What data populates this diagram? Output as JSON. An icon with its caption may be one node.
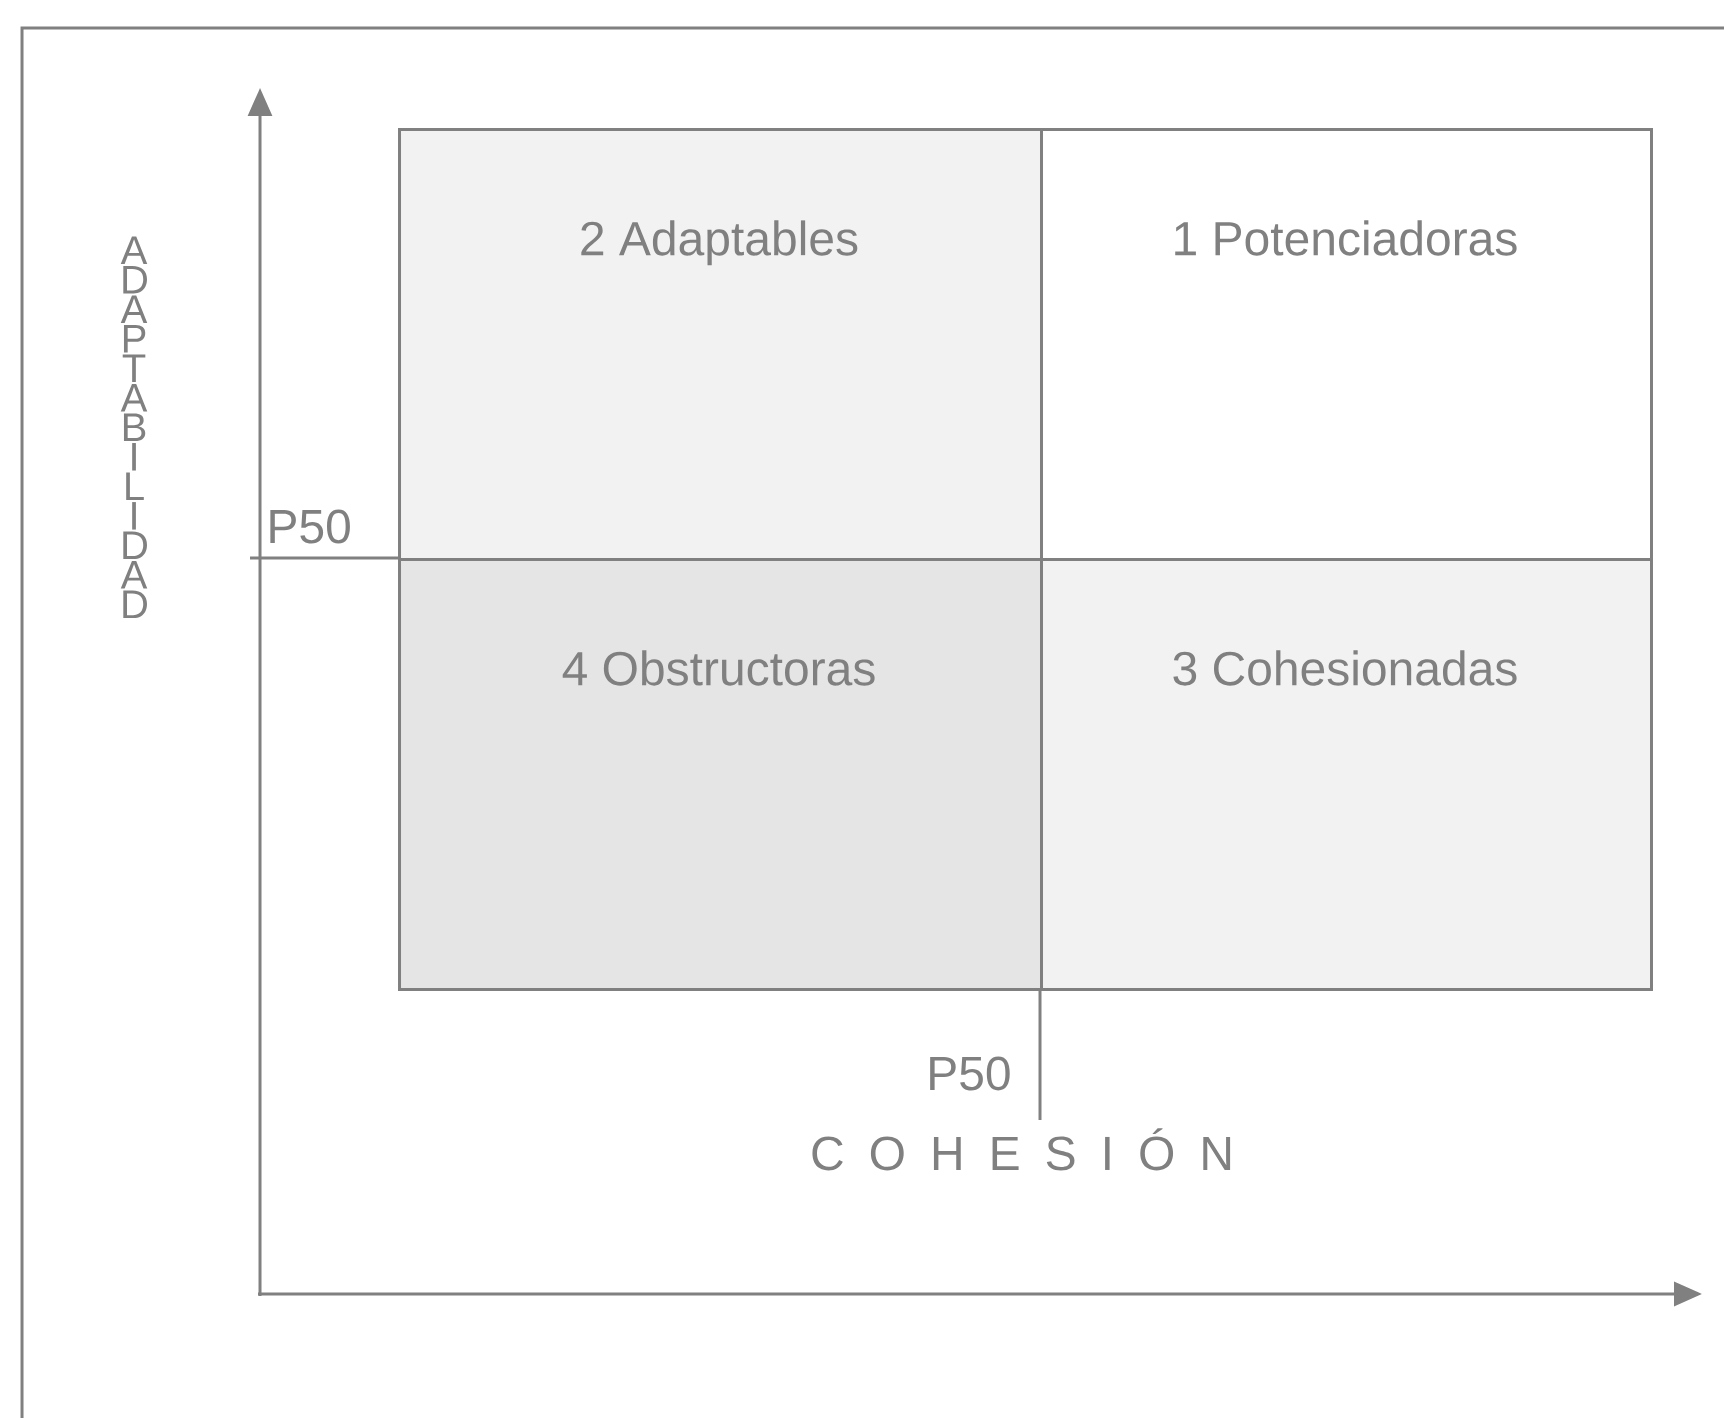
{
  "diagram": {
    "nodes": [
      {
        "text": [
          "2 Adaptables"
        ]
      },
      {
        "text": [
          "1 Potenciadoras"
        ]
      },
      {
        "text": [
          "4 Obstructoras"
        ]
      },
      {
        "text": [
          "3 Cohesionadas"
        ]
      }
    ],
    "labels": [
      "A D A P T A B I L I D A D",
      "P50",
      "P50",
      "C O H E S I Ó N"
    ]
  }
}
